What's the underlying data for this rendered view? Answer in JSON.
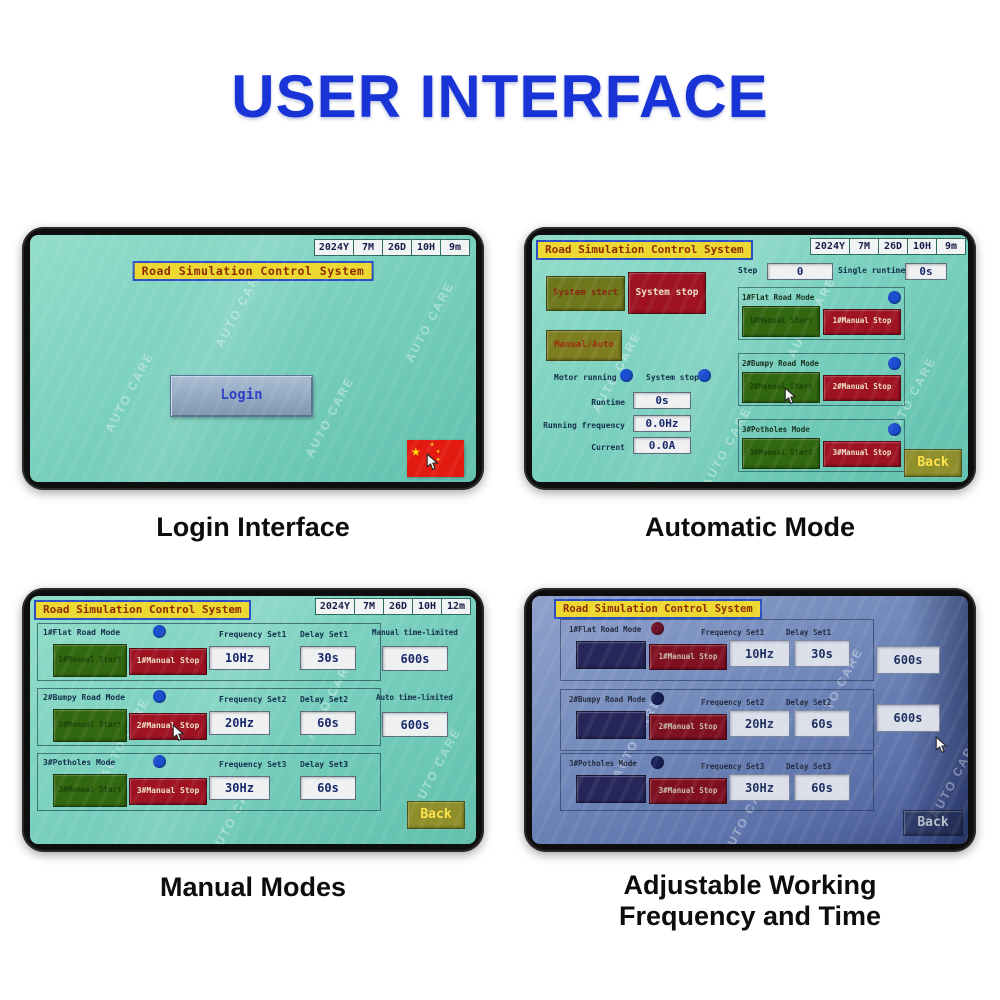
{
  "page": {
    "title": "USER INTERFACE"
  },
  "watermark": "AUTO CARE",
  "icons": {
    "star": "★"
  },
  "captions": {
    "login": "Login Interface",
    "automatic": "Automatic Mode",
    "manual": "Manual Modes",
    "adjustable_line1": "Adjustable Working",
    "adjustable_line2": "Frequency and Time"
  },
  "login": {
    "title": "Road Simulation Control System",
    "date": {
      "year": "2024Y",
      "month": "7M",
      "day": "26D",
      "hour": "10H",
      "minute": "9m"
    },
    "login_button": "Login"
  },
  "automatic": {
    "title": "Road Simulation Control System",
    "date": {
      "year": "2024Y",
      "month": "7M",
      "day": "26D",
      "hour": "10H",
      "minute": "9m"
    },
    "step_label": "Step",
    "step_value": "0",
    "single_runtime_label": "Single runtime",
    "single_runtime_value": "0s",
    "system_start_button": "System start",
    "system_stop_button": "System stop",
    "manual_auto_button": "Manual/Auto",
    "motor_running_label": "Motor running",
    "system_stop_indicator_label": "System stop",
    "runtime_label": "Runtime",
    "runtime_value": "0s",
    "running_frequency_label": "Running frequency",
    "running_frequency_value": "0.0Hz",
    "current_label": "Current",
    "current_value": "0.0A",
    "modes": [
      {
        "label": "1#Flat Road Mode",
        "start": "1#Manual Start",
        "stop": "1#Manual Stop"
      },
      {
        "label": "2#Bumpy Road Mode",
        "start": "2#Manual Start",
        "stop": "2#Manual Stop"
      },
      {
        "label": "3#Potholes Mode",
        "start": "3#Manual Start",
        "stop": "3#Manual Stop"
      }
    ],
    "back_button": "Back"
  },
  "manual": {
    "title": "Road Simulation Control System",
    "date": {
      "year": "2024Y",
      "month": "7M",
      "day": "26D",
      "hour": "10H",
      "minute": "12m"
    },
    "rows": [
      {
        "label": "1#Flat Road Mode",
        "start": "1#Manual Start",
        "stop": "1#Manual Stop",
        "frequency_label": "Frequency Set1",
        "delay_label": "Delay Set1",
        "frequency": "10Hz",
        "delay": "30s"
      },
      {
        "label": "2#Bumpy Road Mode",
        "start": "2#Manual Start",
        "stop": "2#Manual Stop",
        "frequency_label": "Frequency Set2",
        "delay_label": "Delay Set2",
        "frequency": "20Hz",
        "delay": "60s"
      },
      {
        "label": "3#Potholes Mode",
        "start": "3#Manual Start",
        "stop": "3#Manual Stop",
        "frequency_label": "Frequency Set3",
        "delay_label": "Delay Set3",
        "frequency": "30Hz",
        "delay": "60s"
      }
    ],
    "manual_limit_label": "Manual time-limited",
    "manual_limit_value": "600s",
    "auto_limit_label": "Auto time-limited",
    "auto_limit_value": "600s",
    "back_button": "Back"
  },
  "adjustable": {
    "title": "Road Simulation Control System",
    "rows": [
      {
        "label": "1#Flat Road Mode",
        "stop": "1#Manual Stop",
        "frequency_label": "Frequency Set1",
        "delay_label": "Delay Set1",
        "frequency": "10Hz",
        "delay": "30s"
      },
      {
        "label": "2#Bumpy Road Mode",
        "stop": "2#Manual Stop",
        "frequency_label": "Frequency Set2",
        "delay_label": "Delay Set2",
        "frequency": "20Hz",
        "delay": "60s"
      },
      {
        "label": "3#Potholes Mode",
        "stop": "3#Manual Stop",
        "frequency_label": "Frequency Set3",
        "delay_label": "Delay Set3",
        "frequency": "30Hz",
        "delay": "60s"
      }
    ],
    "limit1_value": "600s",
    "limit2_value": "600s",
    "back_button": "Back"
  }
}
